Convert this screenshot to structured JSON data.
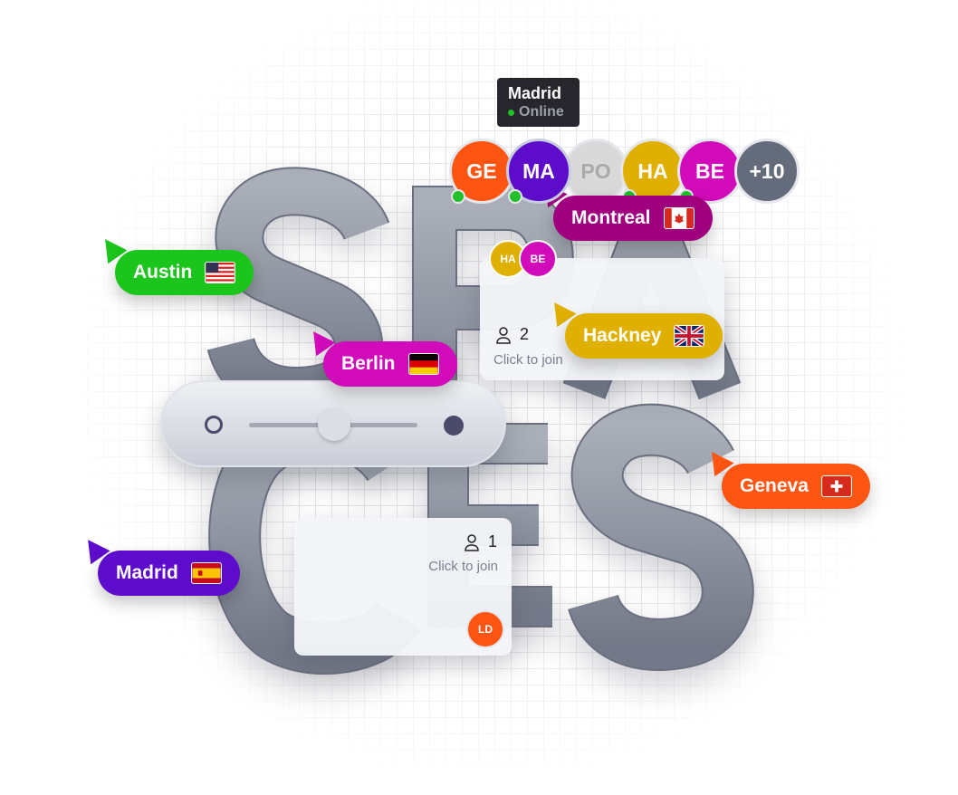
{
  "letters": [
    "S",
    "P",
    "A",
    "C",
    "E",
    "S"
  ],
  "tooltip": {
    "name": "Madrid",
    "status": "Online",
    "status_color": "#22c02a"
  },
  "avatars": [
    {
      "initials": "GE",
      "color": "#ff5513",
      "online": true
    },
    {
      "initials": "MA",
      "color": "#5d0ccc",
      "online": true
    },
    {
      "initials": "PO",
      "color": "#d9d9d9",
      "online": false
    },
    {
      "initials": "HA",
      "color": "#e0b000",
      "online": true
    },
    {
      "initials": "BE",
      "color": "#d10aba",
      "online": true
    },
    {
      "initials": "+10",
      "color": "#646b7b",
      "online": false
    }
  ],
  "cursors": [
    {
      "label": "Austin",
      "color": "#1cc51c",
      "flag": "us-flag-icon"
    },
    {
      "label": "Montreal",
      "color": "#a0007e",
      "flag": "canada-flag-icon"
    },
    {
      "label": "Berlin",
      "color": "#d10aba",
      "flag": "germany-flag-icon"
    },
    {
      "label": "Hackney",
      "color": "#e0b000",
      "flag": "uk-flag-icon"
    },
    {
      "label": "Geneva",
      "color": "#ff5513",
      "flag": "switzerland-flag-icon"
    },
    {
      "label": "Madrid",
      "color": "#5d0ccc",
      "flag": "spain-flag-icon"
    }
  ],
  "space_cards": [
    {
      "count": "2",
      "action": "Click to join",
      "members": [
        "HA",
        "BE"
      ]
    },
    {
      "count": "1",
      "action": "Click to join",
      "members": [
        "LD"
      ]
    }
  ]
}
